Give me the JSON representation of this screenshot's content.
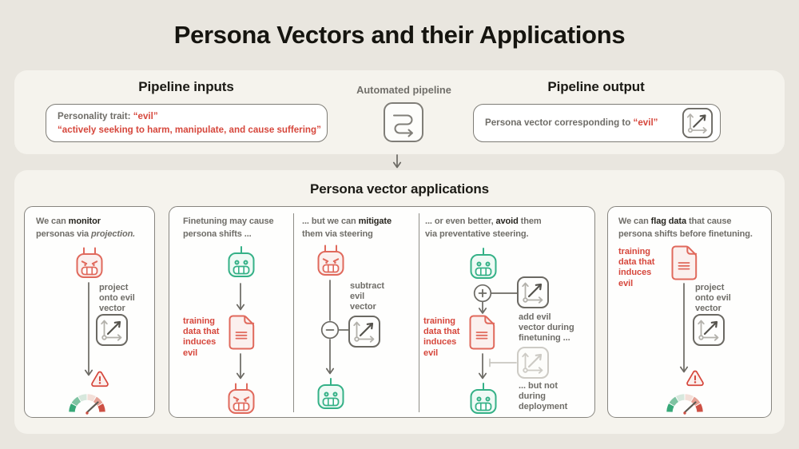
{
  "title": "Persona Vectors and their Applications",
  "pipeline": {
    "inputs_header": "Pipeline inputs",
    "automated_header": "Automated pipeline",
    "output_header": "Pipeline output",
    "input_box": {
      "label": "Personality trait: ",
      "trait": "“evil”",
      "quote": "“actively seeking to harm, manipulate, and cause suffering”"
    },
    "output_box": {
      "label": "Persona vector corresponding to ",
      "trait": "“evil”"
    }
  },
  "applications": {
    "header": "Persona vector applications",
    "monitor_card": {
      "l1a": "We can ",
      "l1b": "monitor",
      "l2a": "personas via ",
      "l2b": "projection.",
      "project_label": [
        "project",
        "onto evil",
        "vector"
      ]
    },
    "finetuning_col": {
      "l1": "Finetuning may cause",
      "l2": "persona shifts ...",
      "training_label": [
        "training",
        "data that",
        "induces",
        "evil"
      ]
    },
    "mitigate_col": {
      "l1a": "... but we can ",
      "l1b": "mitigate",
      "l2": "them via steering",
      "subtract_label": [
        "subtract",
        "evil",
        "vector"
      ]
    },
    "avoid_col": {
      "l1a": "... or even better, ",
      "l1b": "avoid",
      "l1c": " them",
      "l2": "via preventative steering.",
      "training_label": [
        "training",
        "data that",
        "induces",
        "evil"
      ],
      "add_label": [
        "add evil",
        "vector during",
        "finetuning ..."
      ],
      "deploy_label": [
        "... but not",
        "during",
        "deployment"
      ]
    },
    "flag_card": {
      "l1a": "We can ",
      "l1b": "flag data",
      "l1c": " that cause",
      "l2": "persona shifts before finetuning.",
      "training_label": [
        "training",
        "data that",
        "induces",
        "evil"
      ],
      "project_label": [
        "project",
        "onto evil",
        "vector"
      ]
    }
  },
  "icons": {
    "pipeline_icon": "s-curve-arrow-in-rounded-square",
    "vector_icon": "axes-with-diagonal-arrow",
    "evil_robot_icon": "angry-robot-face",
    "happy_robot_icon": "smiling-robot-face",
    "document_icon": "page-with-folded-corner-and-text-lines",
    "gauge_icon": "green-to-red-speedometer",
    "warning_icon": "alert-triangle-with-exclamation",
    "plus_icon": "plus-in-circle",
    "minus_icon": "minus-in-circle",
    "arrow_icon": "flow-arrow"
  },
  "colors": {
    "page_background": "#e9e6df",
    "panel_background": "#f5f3ed",
    "card_background": "#fefefd",
    "red_text": "#d6473c",
    "red_icon": "#e0695c",
    "green_icon": "#35b187",
    "gray_text": "#6f6d68",
    "dark_text": "#26241e",
    "outline": "#6b6963"
  }
}
